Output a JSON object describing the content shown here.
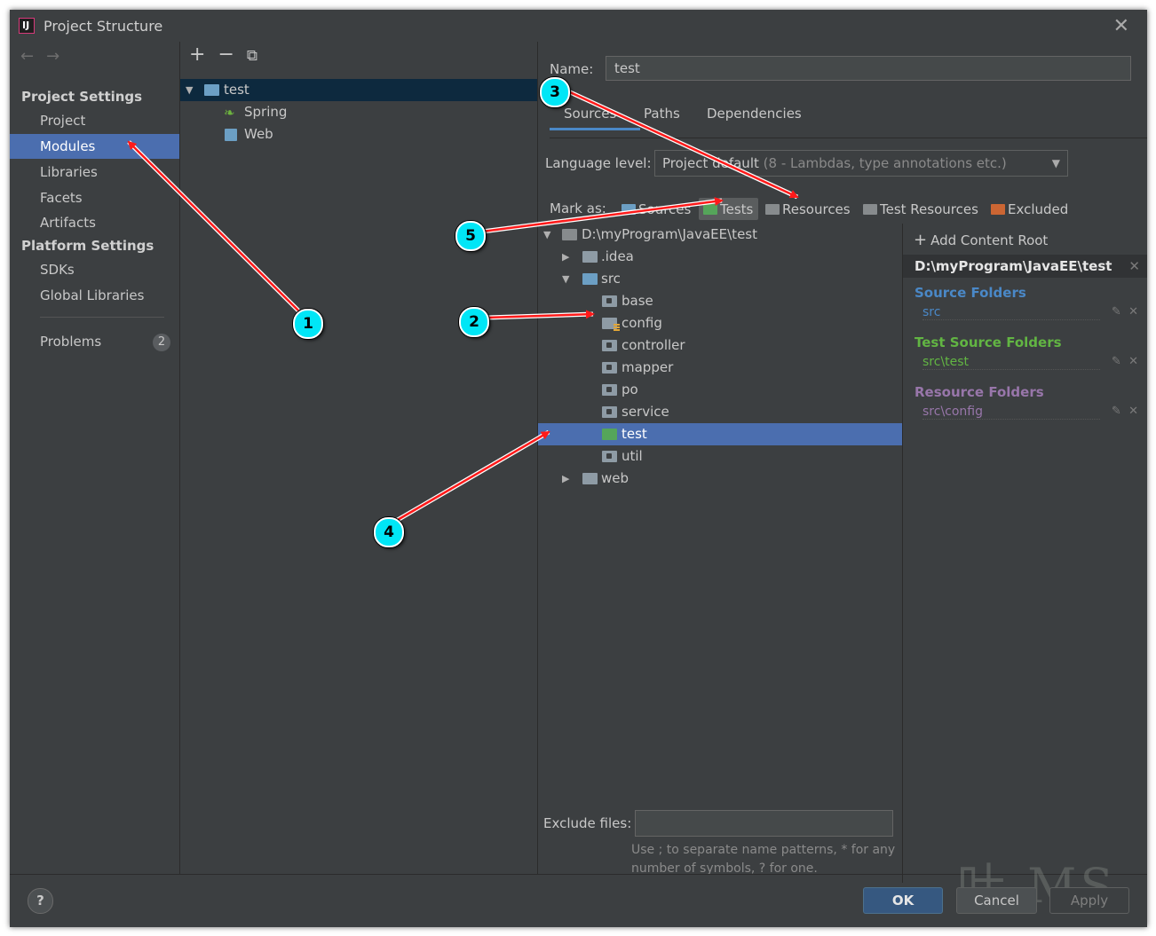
{
  "window": {
    "title": "Project Structure"
  },
  "nav": {
    "project_settings": "Project Settings",
    "platform_settings": "Platform Settings",
    "items": [
      "Project",
      "Modules",
      "Libraries",
      "Facets",
      "Artifacts"
    ],
    "platform_items": [
      "SDKs",
      "Global Libraries"
    ],
    "problems": "Problems",
    "problems_count": "2"
  },
  "modules": {
    "rows": [
      {
        "label": "test"
      },
      {
        "label": "Spring"
      },
      {
        "label": "Web"
      }
    ]
  },
  "module": {
    "name_label": "Name:",
    "name_value": "test",
    "tabs": [
      "Sources",
      "Paths",
      "Dependencies"
    ],
    "language_label": "Language level:",
    "language_value": "Project default",
    "language_detail": "(8 - Lambdas, type annotations etc.)",
    "mark_label": "Mark as:",
    "marks": [
      "Sources",
      "Tests",
      "Resources",
      "Test Resources",
      "Excluded"
    ]
  },
  "tree": {
    "root": "D:\\myProgram\\JavaEE\\test",
    "idea": ".idea",
    "src": "src",
    "children": [
      "base",
      "config",
      "controller",
      "mapper",
      "po",
      "service",
      "test",
      "util"
    ],
    "web": "web"
  },
  "roots": {
    "add_label": "Add Content Root",
    "root_path": "D:\\myProgram\\JavaEE\\test",
    "source_header": "Source Folders",
    "source_item": "src",
    "test_header": "Test Source Folders",
    "test_item": "src\\test",
    "resource_header": "Resource Folders",
    "resource_item": "src\\config",
    "colors": {
      "source": "#4a88c7",
      "test": "#62b543",
      "resource": "#9876aa"
    }
  },
  "exclude": {
    "label": "Exclude files:",
    "hint": "Use ; to separate name patterns, * for any number of symbols, ? for one."
  },
  "buttons": {
    "help": "?",
    "ok": "OK",
    "cancel": "Cancel",
    "apply": "Apply"
  },
  "watermark": "叶 MS",
  "callouts": [
    "1",
    "2",
    "3",
    "4",
    "5"
  ]
}
